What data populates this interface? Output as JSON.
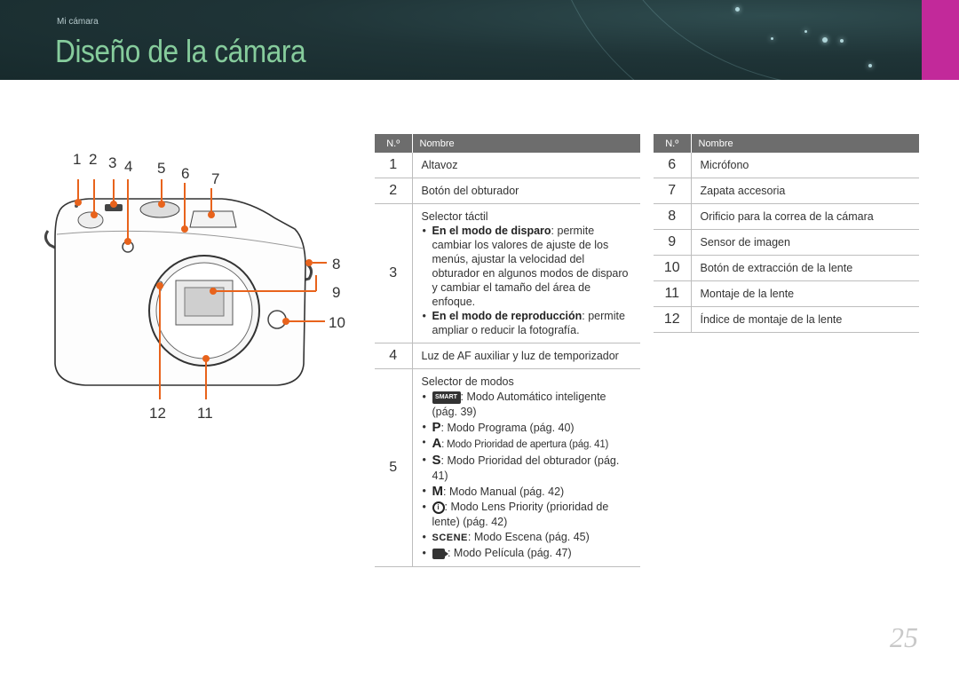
{
  "header": {
    "breadcrumb": "Mi cámara",
    "title": "Diseño de la cámara",
    "accent_color": "#86cc9c",
    "tab_color": "#c2299a"
  },
  "callouts": {
    "n1": "1",
    "n2": "2",
    "n3": "3",
    "n4": "4",
    "n5": "5",
    "n6": "6",
    "n7": "7",
    "n8": "8",
    "n9": "9",
    "n10": "10",
    "n11": "11",
    "n12": "12"
  },
  "table_left": {
    "col_no": "N.º",
    "col_name": "Nombre",
    "r1": {
      "no": "1",
      "name": "Altavoz"
    },
    "r2": {
      "no": "2",
      "name": "Botón del obturador"
    },
    "r3": {
      "no": "3",
      "name": "Selector táctil",
      "b1_strong": "En el modo de disparo",
      "b1_text": ": permite cambiar los valores de ajuste de los menús, ajustar la velocidad del obturador en algunos modos de disparo y cambiar el tamaño del área de enfoque.",
      "b2_strong": "En el modo de reproducción",
      "b2_text": ": permite ampliar o reducir la fotografía."
    },
    "r4": {
      "no": "4",
      "name": "Luz de AF auxiliar y luz de temporizador"
    },
    "r5": {
      "no": "5",
      "name": "Selector de modos",
      "m1_icon": "SMART",
      "m1_text": ": Modo Automático inteligente (pág. 39)",
      "m2_icon": "P",
      "m2_text": ": Modo Programa (pág. 40)",
      "m3_icon": "A",
      "m3_text": ": Modo Prioridad de apertura (pág. 41)",
      "m4_icon": "S",
      "m4_text": ": Modo Prioridad del obturador (pág. 41)",
      "m5_icon": "M",
      "m5_text": ": Modo Manual (pág. 42)",
      "m6_icon": "i",
      "m6_text": ": Modo Lens Priority (prioridad de lente) (pág. 42)",
      "m7_icon": "SCENE",
      "m7_text": ": Modo Escena (pág. 45)",
      "m8_text": ": Modo Película (pág. 47)"
    }
  },
  "table_right": {
    "col_no": "N.º",
    "col_name": "Nombre",
    "rows": [
      {
        "no": "6",
        "name": "Micrófono"
      },
      {
        "no": "7",
        "name": "Zapata accesoria"
      },
      {
        "no": "8",
        "name": "Orificio para la correa de la cámara"
      },
      {
        "no": "9",
        "name": "Sensor de imagen"
      },
      {
        "no": "10",
        "name": "Botón de extracción de la lente"
      },
      {
        "no": "11",
        "name": "Montaje de la lente"
      },
      {
        "no": "12",
        "name": "Índice de montaje de la lente"
      }
    ]
  },
  "page_number": "25"
}
